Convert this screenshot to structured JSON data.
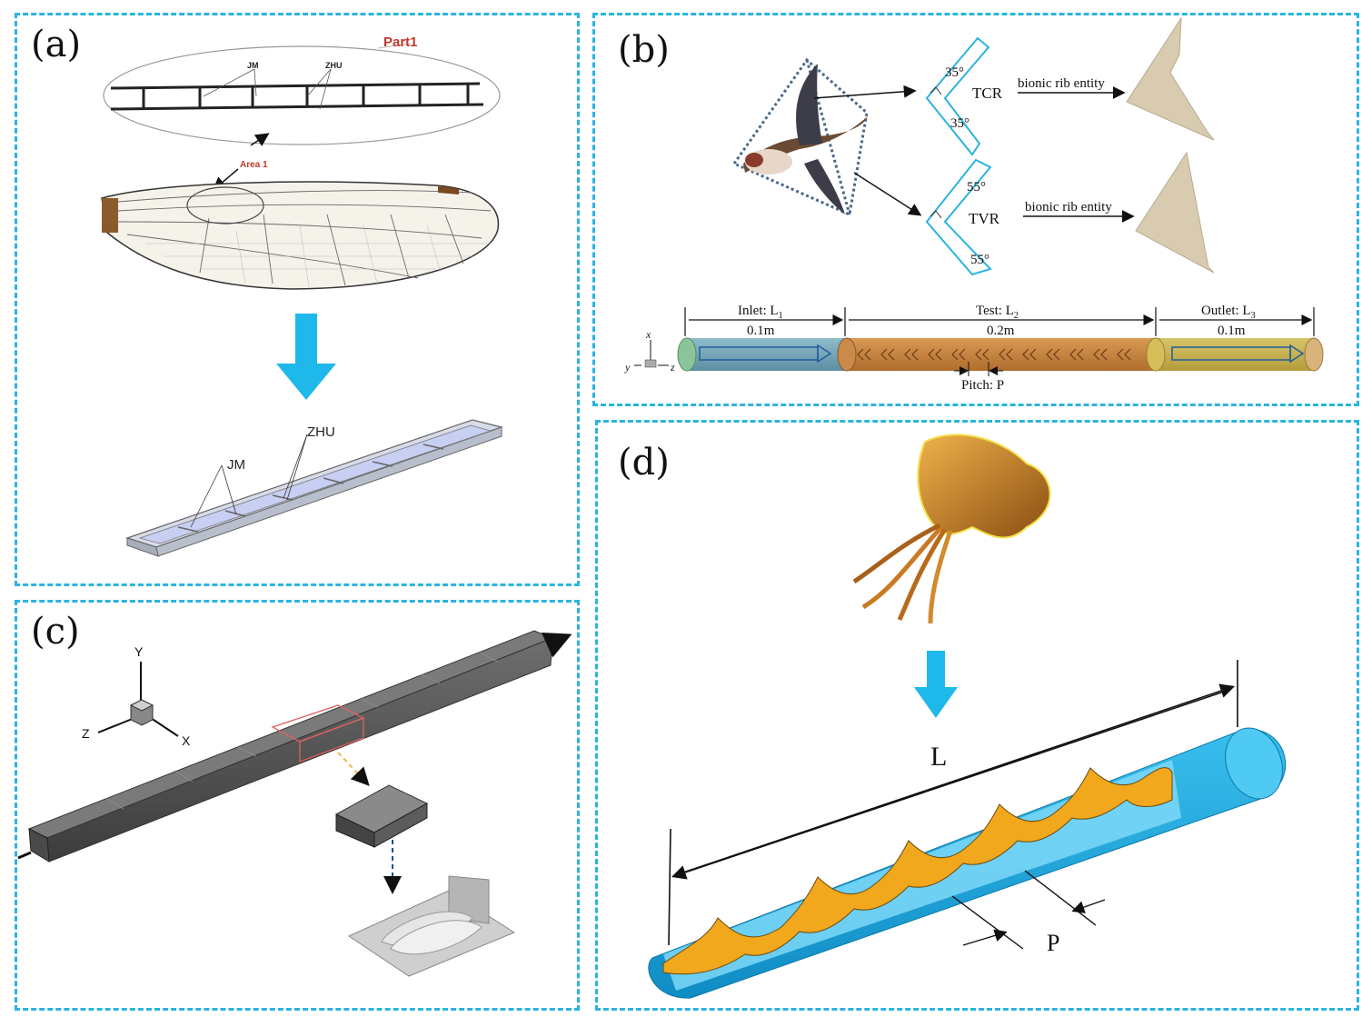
{
  "panels": {
    "a": {
      "label": "(a)",
      "part_label": "Part1",
      "area_label": "Area 1",
      "jm": "JM",
      "zhu": "ZHU",
      "jm_model": "JM",
      "zhu_model": "ZHU"
    },
    "b": {
      "label": "(b)",
      "tcr": "TCR",
      "tvr": "TVR",
      "angle_35_top": "35°",
      "angle_35_bottom": "35°",
      "angle_55_top": "55°",
      "angle_55_bottom": "55°",
      "bionic_1": "bionic rib entity",
      "bionic_2": "bionic rib entity",
      "inlet": "Inlet: L",
      "inlet_sub": "1",
      "test": "Test:  L",
      "test_sub": "2",
      "outlet": "Outlet:  L",
      "outlet_sub": "3",
      "inlet_len": "0.1m",
      "test_len": "0.2m",
      "outlet_len": "0.1m",
      "pitch": "Pitch: P",
      "axis_x": "x",
      "axis_y": "y",
      "axis_z": "z"
    },
    "c": {
      "label": "(c)",
      "axis_y": "Y",
      "axis_z": "Z",
      "axis_x": "X"
    },
    "d": {
      "label": "(d)",
      "length": "L",
      "pitch": "P"
    }
  },
  "colors": {
    "border": "#2ab4e0",
    "arrow_blue": "#1fb8ea",
    "tube_blue": "#1aa9e0",
    "tape_orange": "#f2a81d",
    "inlet_fill": "#6fa3b8",
    "test_fill": "#c9843e",
    "outlet_fill": "#c8b24e",
    "rib_beige": "#d8cbb0",
    "dark_box": "#595959"
  }
}
